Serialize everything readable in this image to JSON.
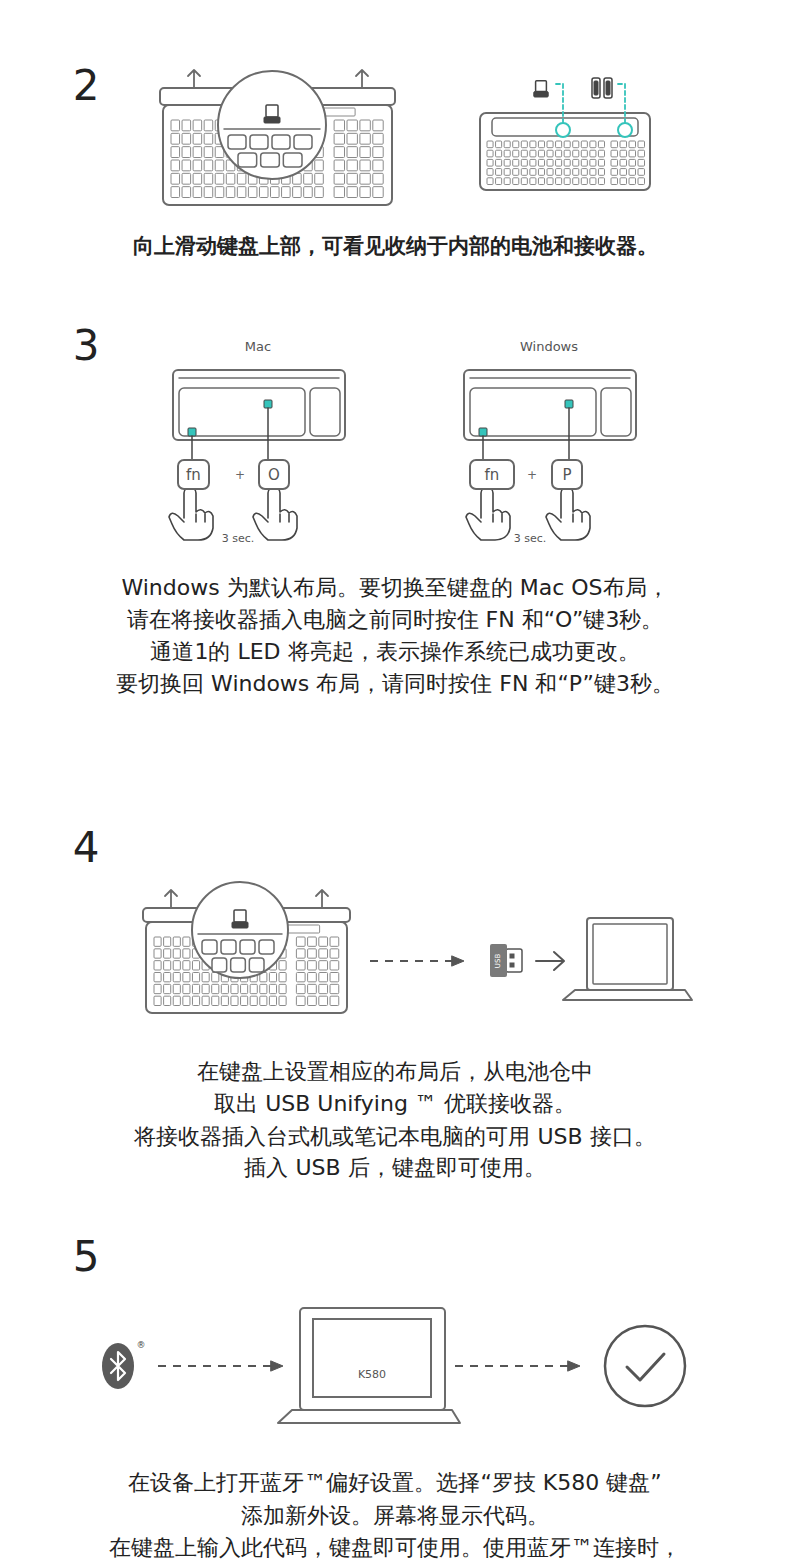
{
  "diagram": {
    "nodes": [
      {
        "text": [
          "fn"
        ]
      },
      {
        "text": [
          "O"
        ]
      },
      {
        "text": [
          "fn"
        ]
      },
      {
        "text": [
          "P"
        ]
      },
      {
        "text": [
          "USB"
        ]
      },
      {
        "text": [
          "K580"
        ]
      }
    ],
    "labels": [
      "2",
      "向上滑动键盘上部，可看见收纳于内部的电池和接收器。",
      "3",
      "Mac",
      "Windows",
      "+",
      "3 sec.",
      "+",
      "3 sec.",
      "Windows 为默认布局。要切换至键盘的 Mac OS布局，",
      "请在将接收器插入电脑之前同时按住 FN 和“O”键3秒。",
      "通道1的 LED 将亮起，表示操作系统已成功更改。",
      "要切换回 Windows 布局，请同时按住 FN 和“P”键3秒。",
      "4",
      "在键盘上设置相应的布局后，从电池仓中",
      "取出 USB Unifying ™ 优联接收器。",
      "将接收器插入台式机或笔记本电脑的可用 USB 接口。",
      "插入 USB 后，键盘即可使用。",
      "5",
      "®",
      "®",
      "在设备上打开蓝牙™偏好设置。选择“罗技 K580 键盘”",
      "添加新外设。屏幕将显示代码。",
      "在键盘上输入此代码，键盘即可使用。使用蓝牙™连接时，"
    ]
  }
}
